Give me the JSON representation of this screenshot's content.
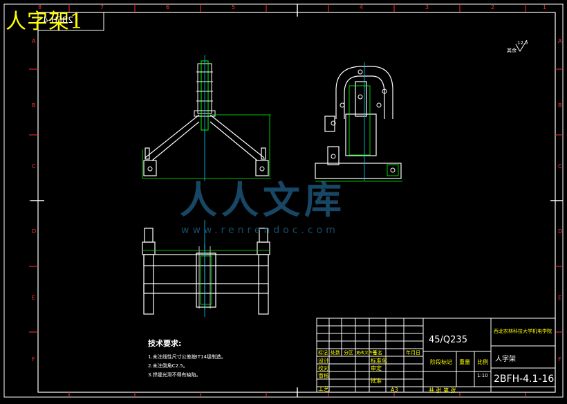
{
  "drawing": {
    "title_overlay": "人字架1",
    "mirrored_tag": "2BFH-4",
    "roughness_symbol": "12.5",
    "roughness_label": "其余",
    "watermark_text": "人人文库",
    "watermark_url": "www.renrendoc.com",
    "grid_rows": [
      "A",
      "B",
      "C",
      "D",
      "E",
      "F"
    ],
    "grid_cols": [
      "8",
      "7",
      "6",
      "5",
      "4",
      "3",
      "2",
      "1"
    ]
  },
  "tech_notes": {
    "heading": "技术要求:",
    "lines": [
      "1.未注线性尺寸公差按IT14级制造。",
      "2.未注倒角C2.5。",
      "3.焊缝光滑不得有缺陷。"
    ]
  },
  "title_block": {
    "material": "45/Q235",
    "university": "西北农林科技大学机电学院",
    "part_name": "人字架",
    "drawing_number": "2BFH-4.1-16",
    "scale": "1:10",
    "sheet_size": "A3",
    "headers": [
      "标记",
      "处数",
      "分区",
      "更改文件号",
      "签名",
      "年月日"
    ],
    "row_labels": [
      "设计",
      "校对",
      "审核",
      "工艺"
    ],
    "mid_labels": [
      "标准化",
      "审定",
      "批准"
    ],
    "stage_label": "阶段标记",
    "weight_label": "重量",
    "ratio_label": "比例",
    "sheets_label": "共  张  第  张"
  },
  "colors": {
    "frame": "#ffffff",
    "part": "#ffffff",
    "dimension": "#00ff00",
    "centerline": "#00ccff",
    "grid": "#ff3030",
    "title": "#ffff00",
    "watermark": "#1f5f86"
  }
}
